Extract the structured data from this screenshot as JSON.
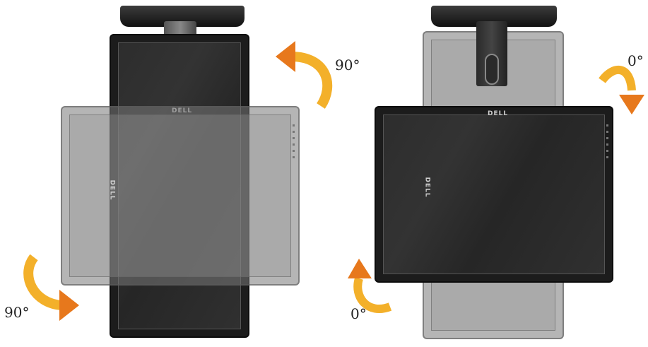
{
  "left_panel": {
    "brand_logo": "DELL",
    "label_top": "90°",
    "label_bottom": "90°",
    "arrow_color": "#f0a020"
  },
  "right_panel": {
    "brand_logo": "DELL",
    "label_top": "0°",
    "label_bottom": "0°",
    "arrow_color": "#f0a020"
  }
}
